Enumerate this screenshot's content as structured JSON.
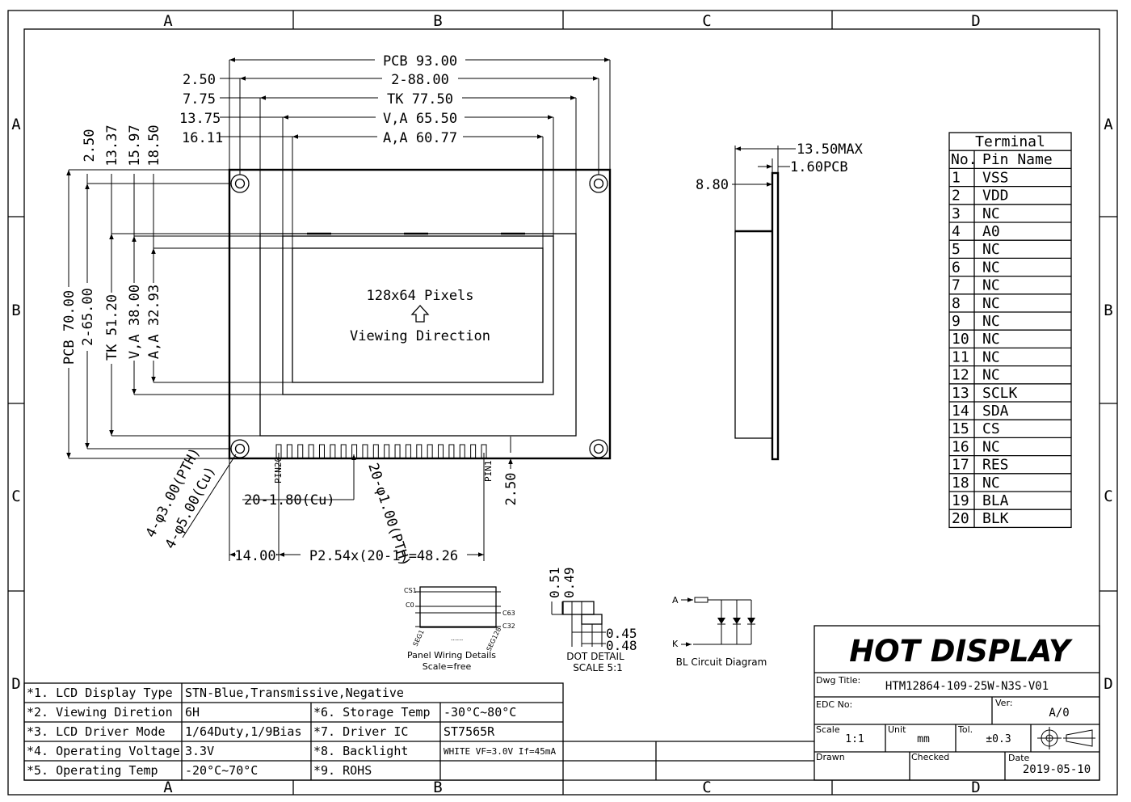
{
  "grid": {
    "columns": [
      "A",
      "B",
      "C",
      "D"
    ],
    "rows": [
      "A",
      "B",
      "C",
      "D"
    ]
  },
  "front_view": {
    "top_dims": [
      {
        "left": "2.50",
        "right": "2-88.00"
      },
      {
        "left": "7.75",
        "right": "TK 77.50"
      },
      {
        "left": "13.75",
        "right": "V,A 65.50"
      },
      {
        "left": "16.11",
        "right": "A,A 60.77"
      }
    ],
    "pcb_width": "PCB 93.00",
    "left_top_dims": [
      "2.50",
      "13.37",
      "15.97",
      "18.50"
    ],
    "left_dims": [
      "PCB 70.00",
      "2-65.00",
      "TK 51.20",
      "V,A 38.00",
      "A,A 32.93"
    ],
    "center_text": {
      "pixels": "128x64 Pixels",
      "direction": "Viewing Direction"
    },
    "hole_notes": [
      "4-φ3.00(PTH)",
      "4-φ5.00(Cu)"
    ],
    "pin_labels": {
      "pin20": "PIN20",
      "pin1": "PIN1"
    },
    "pad_note": "20-1.80(Cu)",
    "pth_note": "20-φ1.00(PTH)",
    "pin_offset": "2.50",
    "pitch_left": "14.00",
    "pitch": "P2.54x(20-1)=48.26"
  },
  "side_view": {
    "max": "13.50MAX",
    "pcb": "1.60PCB",
    "height": "8.80"
  },
  "terminal": {
    "title": "Terminal",
    "header_no": "No.",
    "header_name": "Pin Name",
    "rows": [
      {
        "no": "1",
        "name": "VSS"
      },
      {
        "no": "2",
        "name": "VDD"
      },
      {
        "no": "3",
        "name": "NC"
      },
      {
        "no": "4",
        "name": "A0"
      },
      {
        "no": "5",
        "name": "NC"
      },
      {
        "no": "6",
        "name": "NC"
      },
      {
        "no": "7",
        "name": "NC"
      },
      {
        "no": "8",
        "name": "NC"
      },
      {
        "no": "9",
        "name": "NC"
      },
      {
        "no": "10",
        "name": "NC"
      },
      {
        "no": "11",
        "name": "NC"
      },
      {
        "no": "12",
        "name": "NC"
      },
      {
        "no": "13",
        "name": "SCLK"
      },
      {
        "no": "14",
        "name": "SDA"
      },
      {
        "no": "15",
        "name": "CS"
      },
      {
        "no": "16",
        "name": "NC"
      },
      {
        "no": "17",
        "name": "RES"
      },
      {
        "no": "18",
        "name": "NC"
      },
      {
        "no": "19",
        "name": "BLA"
      },
      {
        "no": "20",
        "name": "BLK"
      }
    ]
  },
  "panel_wiring": {
    "cs1": "CS1",
    "c0": "C0",
    "c63": "C63",
    "c32": "C32",
    "seg1": "SEG1",
    "seg128": "SEG128",
    "dots": "......",
    "caption": "Panel Wiring Details",
    "scale": "Scale=free"
  },
  "dot_detail": {
    "d1": "0.51",
    "d2": "0.49",
    "d3": "0.45",
    "d4": "0.48",
    "caption": "DOT DETAIL",
    "scale": "SCALE 5:1"
  },
  "bl_circuit": {
    "a": "A",
    "k": "K",
    "caption": "BL Circuit Diagram"
  },
  "specs": [
    {
      "label": "*1. LCD Display Type",
      "value": "STN-Blue,Transmissive,Negative",
      "label2": "",
      "value2": ""
    },
    {
      "label": "*2. Viewing Diretion",
      "value": "6H",
      "label2": "*6. Storage Temp",
      "value2": "-30°C~80°C"
    },
    {
      "label": "*3. LCD Driver Mode",
      "value": "1/64Duty,1/9Bias",
      "label2": "*7. Driver IC",
      "value2": "ST7565R"
    },
    {
      "label": "*4. Operating Voltage",
      "value": "3.3V",
      "label2": "*8. Backlight",
      "value2": "WHITE VF=3.0V If=45mA"
    },
    {
      "label": "*5. Operating Temp",
      "value": "-20°C~70°C",
      "label2": "*9. ROHS",
      "value2": ""
    }
  ],
  "title_block": {
    "brand": "HOT DISPLAY",
    "dwg_label": "Dwg Title:",
    "dwg_value": "HTM12864-109-25W-N3S-V01",
    "edc_label": "EDC No:",
    "ver_label": "Ver:",
    "ver_value": "A/0",
    "scale_label": "Scale",
    "scale_value": "1:1",
    "unit_label": "Unit",
    "unit_value": "mm",
    "tol_label": "Tol.",
    "tol_value": "±0.3",
    "drawn_label": "Drawn",
    "checked_label": "Checked",
    "date_label": "Date",
    "date_value": "2019-05-10"
  }
}
